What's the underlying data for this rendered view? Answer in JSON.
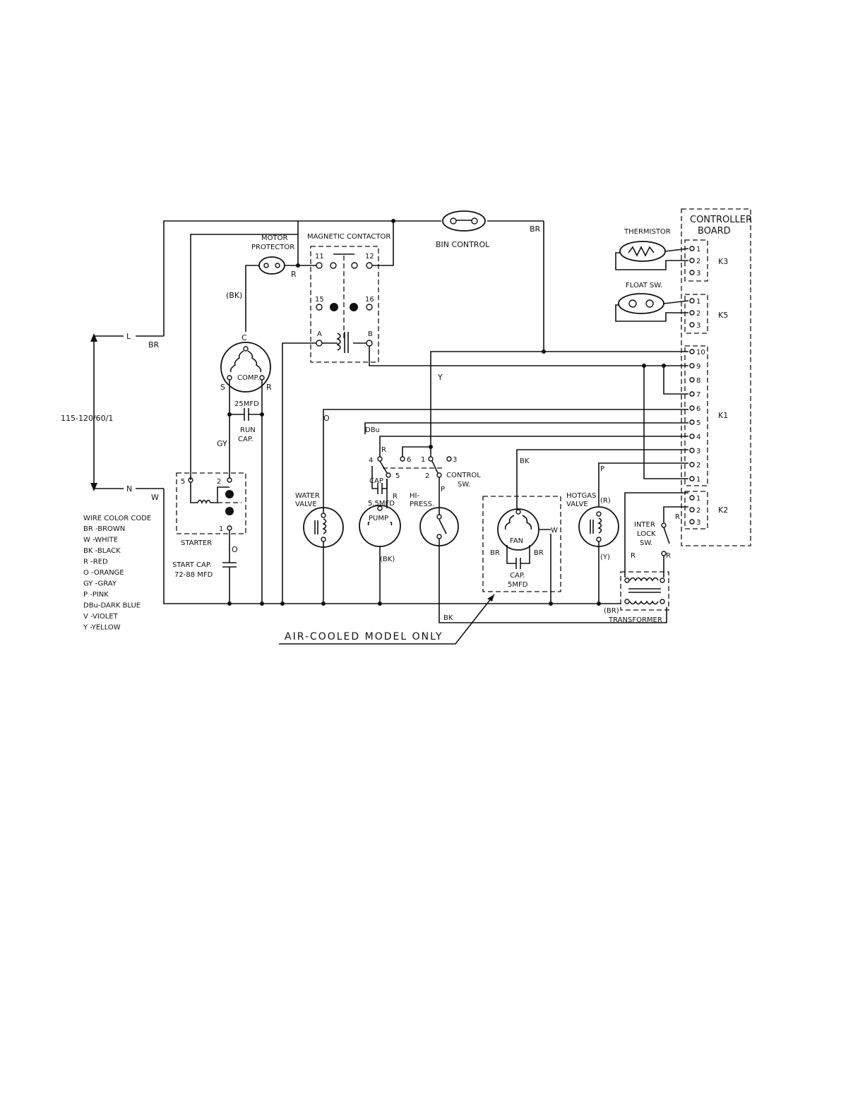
{
  "supply": {
    "line": "L",
    "neutral": "N",
    "line_wire": "BR",
    "neutral_wire": "W",
    "rating": "115-120/60/1"
  },
  "components": {
    "motor_protector": [
      "MOTOR",
      "PROTECTOR"
    ],
    "magnetic_contactor": "MAGNETIC CONTACTOR",
    "bin_control": "BIN CONTROL",
    "thermistor": "THERMISTOR",
    "float_switch": "FLOAT SW.",
    "controller_board": [
      "CONTROLLER",
      "BOARD"
    ],
    "compressor": "COMP.",
    "run_cap_value": "25MFD",
    "run_cap": [
      "RUN",
      "CAP."
    ],
    "starter": "STARTER",
    "start_cap": [
      "START CAP.",
      "72-88 MFD"
    ],
    "water_valve": [
      "WATER",
      "VALVE"
    ],
    "pump": "PUMP",
    "pump_cap": [
      "CAP",
      "5.5MFD"
    ],
    "hi_press": [
      "HI-",
      "PRESS."
    ],
    "control_switch": [
      "CONTROL",
      "SW."
    ],
    "fan": "FAN",
    "fan_cap": [
      "CAP.",
      "5MFD"
    ],
    "hotgas_valve": [
      "HOTGAS",
      "VALVE"
    ],
    "interlock_switch": [
      "INTER",
      "LOCK",
      "SW."
    ],
    "transformer": "TRANSFORMER",
    "air_cooled_note": "AIR-COOLED MODEL ONLY"
  },
  "terminals": {
    "contactor": [
      "11",
      "12",
      "15",
      "16",
      "A",
      "B"
    ],
    "compressor": [
      "C",
      "S",
      "R"
    ],
    "starter": [
      "5",
      "2",
      "1"
    ],
    "control_sw": [
      "4",
      "5",
      "6",
      "1",
      "2",
      "3"
    ],
    "k3": [
      "1",
      "2",
      "3"
    ],
    "k5": [
      "1",
      "2",
      "3"
    ],
    "k1": [
      "10",
      "9",
      "8",
      "7",
      "6",
      "5",
      "4",
      "3",
      "2",
      "1"
    ],
    "k2": [
      "1",
      "2",
      "3"
    ]
  },
  "connectors": [
    "K3",
    "K5",
    "K1",
    "K2"
  ],
  "wire_labels": {
    "br": "BR",
    "r": "R",
    "bk_paren": "(BK)",
    "gy": "GY",
    "o": "O",
    "y": "Y",
    "dbu": "DBu",
    "p": "P",
    "bk": "BK",
    "w": "W",
    "r_paren": "(R)",
    "y_paren": "(Y)",
    "br_paren": "(BR)"
  },
  "legend": {
    "title": "WIRE COLOR CODE",
    "items": [
      "BR -BROWN",
      "W  -WHITE",
      "BK -BLACK",
      "R  -RED",
      "O  -ORANGE",
      "GY -GRAY",
      "P  -PINK",
      "DBu-DARK BLUE",
      "V  -VIOLET",
      "Y  -YELLOW"
    ]
  }
}
